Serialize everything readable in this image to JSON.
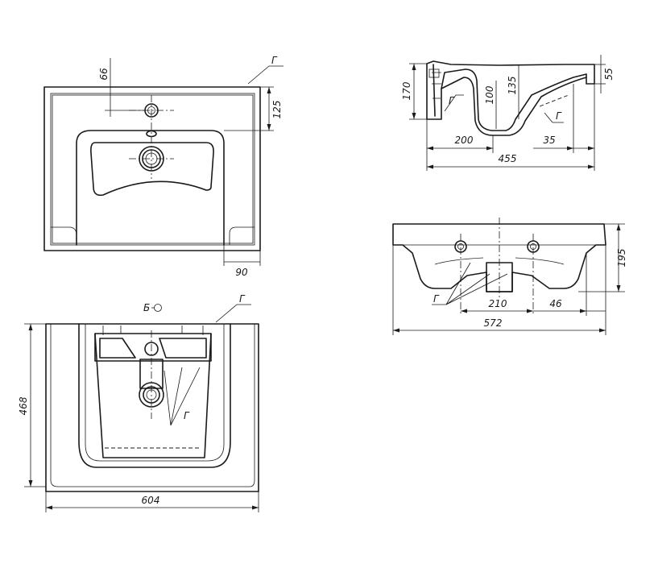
{
  "dimensions": {
    "top_hole_offset": "66",
    "top_bowl_offset": "125",
    "top_side": "90",
    "side_height": "170",
    "side_100": "100",
    "side_135": "135",
    "side_rim": "55",
    "side_200": "200",
    "side_35": "35",
    "side_depth": "455",
    "front_height": "195",
    "front_210": "210",
    "front_46": "46",
    "front_width": "572",
    "bottom_depth": "468",
    "bottom_width": "604"
  },
  "labels": {
    "leader_g": "Г",
    "view_b": "Б"
  },
  "colors": {
    "line": "#1a1a1a",
    "background": "#ffffff"
  }
}
